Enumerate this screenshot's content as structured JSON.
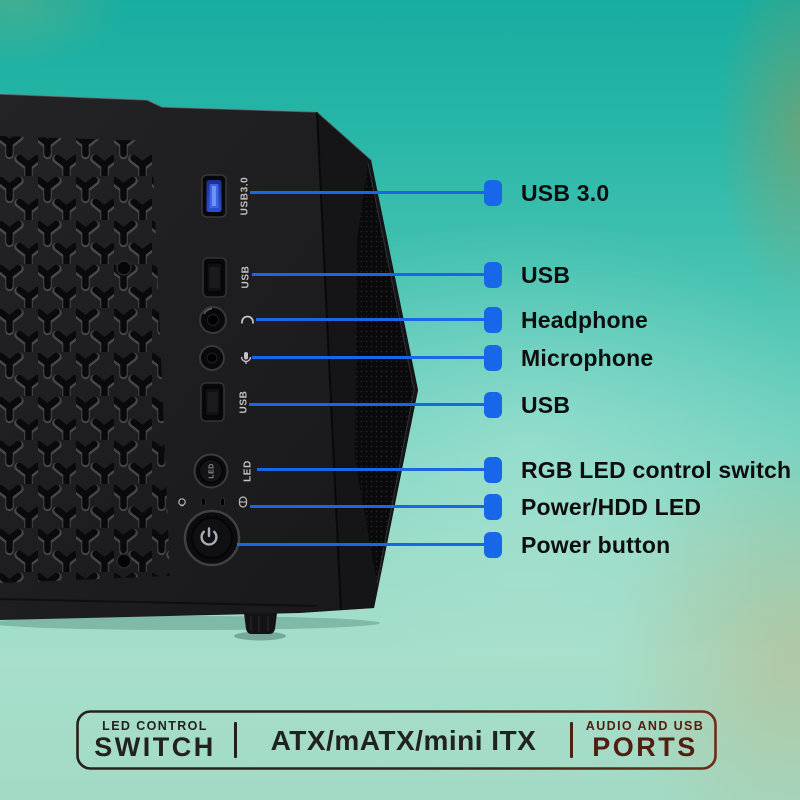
{
  "accent_blue": "#1767e8",
  "background": {
    "teal_top": "#17ada0",
    "teal_bottom": "#a2dac5"
  },
  "case": {
    "port_labels": {
      "usb30": "USB3.0",
      "usb_top": "USB",
      "usb_bottom": "USB",
      "led": "LED",
      "led_button_text": "LED"
    }
  },
  "callouts": [
    {
      "label": "USB 3.0"
    },
    {
      "label": "USB"
    },
    {
      "label": "Headphone"
    },
    {
      "label": "Microphone"
    },
    {
      "label": "USB"
    },
    {
      "label": "RGB LED control switch"
    },
    {
      "label": "Power/HDD LED"
    },
    {
      "label": "Power button"
    }
  ],
  "banner": {
    "sections": [
      {
        "top": "LED CONTROL",
        "main": "SWITCH"
      },
      {
        "main": "ATX/mATX/mini ITX"
      },
      {
        "top": "AUDIO AND USB",
        "main": "PORTS"
      }
    ]
  }
}
